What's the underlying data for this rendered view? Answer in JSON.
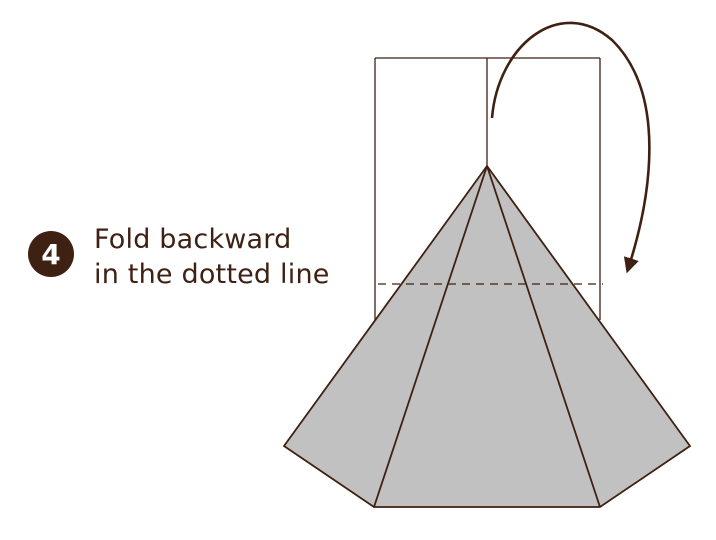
{
  "step": {
    "number": "4"
  },
  "instruction": {
    "line1": "Fold backward",
    "line2": "in the dotted line"
  },
  "colors": {
    "ink": "#3e2112",
    "paper_fill": "#c1c1c1",
    "background": "#ffffff"
  },
  "icons": {
    "fold_arrow": "curved-arrow-backward-icon"
  }
}
